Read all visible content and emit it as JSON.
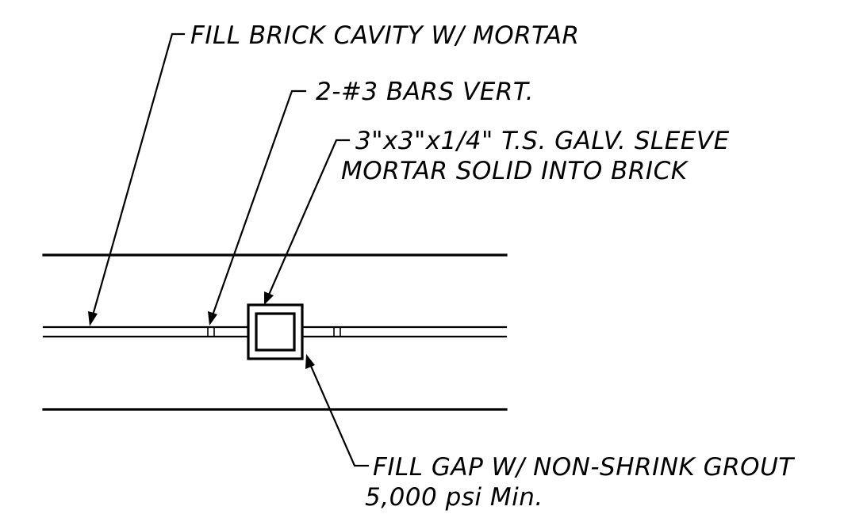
{
  "notes": {
    "fill_cavity": "FILL BRICK CAVITY W/ MORTAR",
    "bars": "2-#3 BARS VERT.",
    "sleeve_line1": "3\"x3\"x1/4\" T.S. GALV. SLEEVE",
    "sleeve_line2": "MORTAR SOLID INTO BRICK",
    "grout_line1": "FILL GAP W/ NON-SHRINK GROUT",
    "grout_line2": "5,000 psi Min."
  },
  "colors": {
    "ink": "#000000",
    "paper": "#ffffff"
  }
}
